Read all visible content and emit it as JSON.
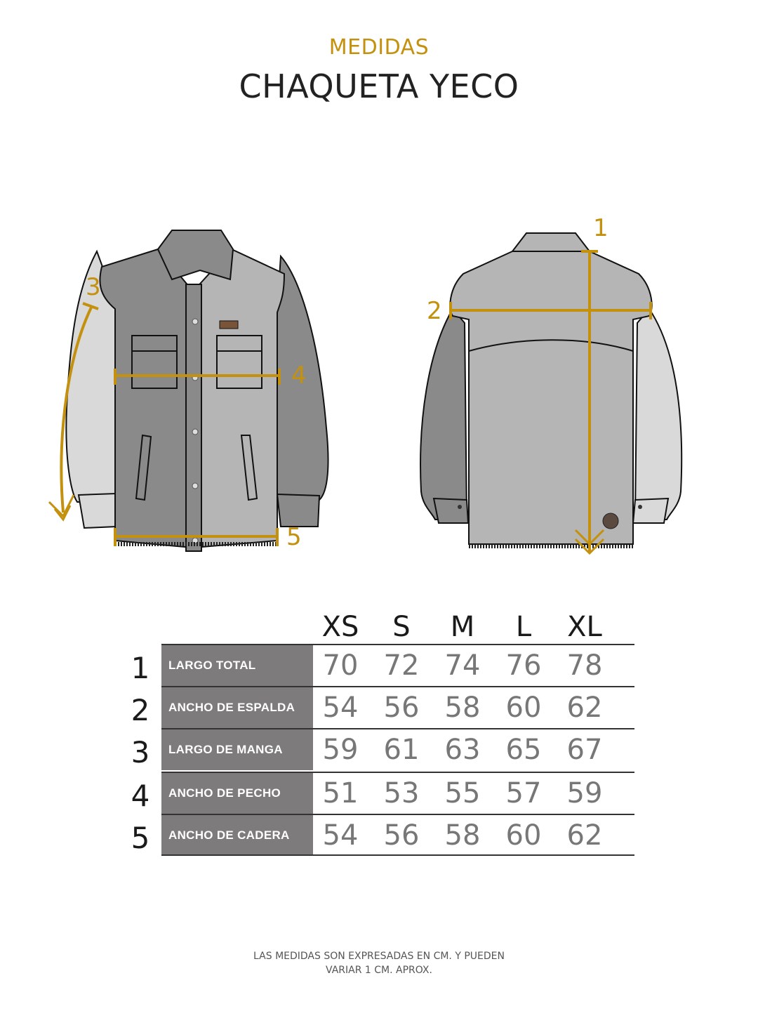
{
  "header": {
    "kicker": "MEDIDAS",
    "title": "CHAQUETA YECO"
  },
  "colors": {
    "accent": "#c4910f",
    "label_bg": "#7d7b7c",
    "value_text": "#777777"
  },
  "diagram": {
    "front_markers": [
      "3",
      "4",
      "5"
    ],
    "back_markers": [
      "1",
      "2"
    ]
  },
  "table": {
    "sizes": [
      "XS",
      "S",
      "M",
      "L",
      "XL"
    ],
    "rows": [
      {
        "index": "1",
        "label": "LARGO TOTAL",
        "values": [
          "70",
          "72",
          "74",
          "76",
          "78"
        ]
      },
      {
        "index": "2",
        "label": "ANCHO DE ESPALDA",
        "values": [
          "54",
          "56",
          "58",
          "60",
          "62"
        ]
      },
      {
        "index": "3",
        "label": "LARGO DE MANGA",
        "values": [
          "59",
          "61",
          "63",
          "65",
          "67"
        ]
      },
      {
        "index": "4",
        "label": "ANCHO DE PECHO",
        "values": [
          "51",
          "53",
          "55",
          "57",
          "59"
        ]
      },
      {
        "index": "5",
        "label": "ANCHO DE CADERA",
        "values": [
          "54",
          "56",
          "58",
          "60",
          "62"
        ]
      }
    ]
  },
  "footer": {
    "line1": "LAS MEDIDAS SON EXPRESADAS EN CM. Y PUEDEN",
    "line2": "VARIAR 1 CM. APROX."
  }
}
